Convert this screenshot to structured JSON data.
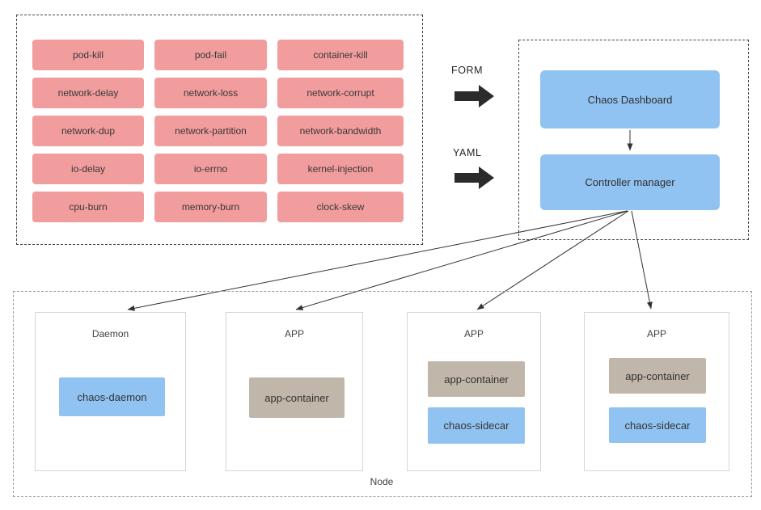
{
  "palette": {
    "salmon": "#F29D9D",
    "blue": "#90C3F1",
    "tan": "#C0B6AA",
    "text": "#3B3B3B",
    "block_arrow": "#2B2B2B",
    "dashed_dark": "#454545",
    "dashed_light": "#9A9AA5",
    "node_box_border": "#D5D5DF"
  },
  "experiments": {
    "rows": [
      [
        "pod-kill",
        "pod-fail",
        "container-kill"
      ],
      [
        "network-delay",
        "network-loss",
        "network-corrupt"
      ],
      [
        "network-dup",
        "network-partition",
        "network-bandwidth"
      ],
      [
        "io-delay",
        "io-errno",
        "kernel-injection"
      ],
      [
        "cpu-burn",
        "memory-burn",
        "clock-skew"
      ]
    ]
  },
  "inputs": {
    "form_label": "FORM",
    "yaml_label": "YAML"
  },
  "control_plane": {
    "dashboard_label": "Chaos Dashboard",
    "controller_label": "Controller manager"
  },
  "node": {
    "label": "Node",
    "boxes": [
      {
        "title": "Daemon",
        "containers": [
          {
            "label": "chaos-daemon",
            "color": "blue"
          }
        ]
      },
      {
        "title": "APP",
        "containers": [
          {
            "label": "app-container",
            "color": "tan"
          }
        ]
      },
      {
        "title": "APP",
        "containers": [
          {
            "label": "app-container",
            "color": "tan"
          },
          {
            "label": "chaos-sidecar",
            "color": "blue"
          }
        ]
      },
      {
        "title": "APP",
        "containers": [
          {
            "label": "app-container",
            "color": "tan"
          },
          {
            "label": "chaos-sidecar",
            "color": "blue"
          }
        ]
      }
    ]
  }
}
